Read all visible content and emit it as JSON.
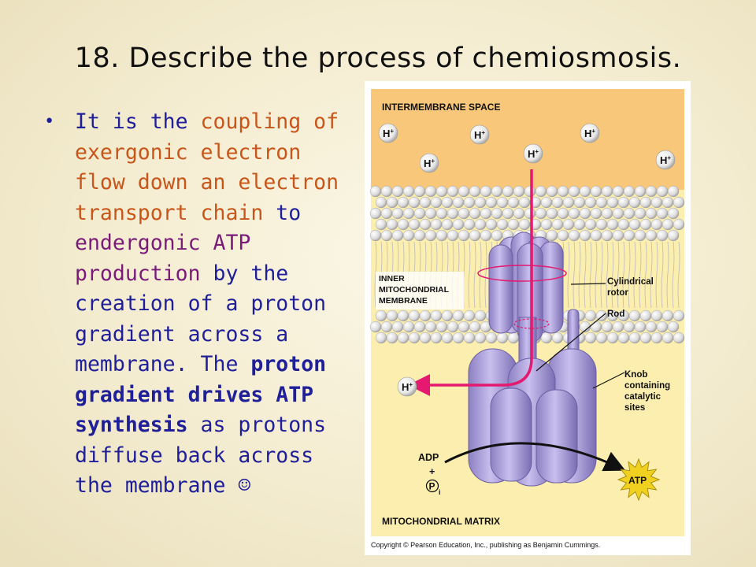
{
  "slide": {
    "title": "18. Describe the process of chemiosmosis.",
    "bullet": {
      "marker": "•",
      "segments": [
        {
          "text": "It is the ",
          "style": "blue"
        },
        {
          "text": "coupling of exergonic electron flow down an electron transport chain",
          "style": "orange"
        },
        {
          "text": " to ",
          "style": "blue"
        },
        {
          "text": "endergonic ATP production",
          "style": "purple"
        },
        {
          "text": " by the creation of a proton gradient across a membrane. The ",
          "style": "blue"
        },
        {
          "text": "proton gradient drives ATP synthesis",
          "style": "bold"
        },
        {
          "text": " as protons diffuse back across the membrane ☺",
          "style": "blue"
        }
      ]
    },
    "colors": {
      "blue_text": "#1f1f9a",
      "orange_text": "#c8561b",
      "purple_text": "#7a1b7a",
      "background": "#f4ecd0"
    }
  },
  "figure": {
    "labels": {
      "intermembrane_space": "INTERMEMBRANE SPACE",
      "inner_membrane_1": "INNER",
      "inner_membrane_2": "MITOCHONDRIAL",
      "inner_membrane_3": "MEMBRANE",
      "cylindrical_rotor_1": "Cylindrical",
      "cylindrical_rotor_2": "rotor",
      "rod": "Rod",
      "knob_1": "Knob",
      "knob_2": "containing",
      "knob_3": "catalytic",
      "knob_4": "sites",
      "adp": "ADP",
      "plus": "+",
      "pi": "P",
      "pi_sub": "i",
      "atp": "ATP",
      "matrix": "MITOCHONDRIAL MATRIX",
      "copyright": "Copyright © Pearson Education, Inc., publishing as Benjamin Cummings."
    },
    "proton_label": "H",
    "proton_charge": "+",
    "colors": {
      "intermembrane": "#f8c77a",
      "matrix": "#fbeeae",
      "membrane_bead": "#e6e6e6",
      "synthase": "#a79ad3",
      "synthase_dark": "#7e70b4",
      "arrow_pink": "#e4196f",
      "atp_burst": "#f1d11f"
    }
  }
}
